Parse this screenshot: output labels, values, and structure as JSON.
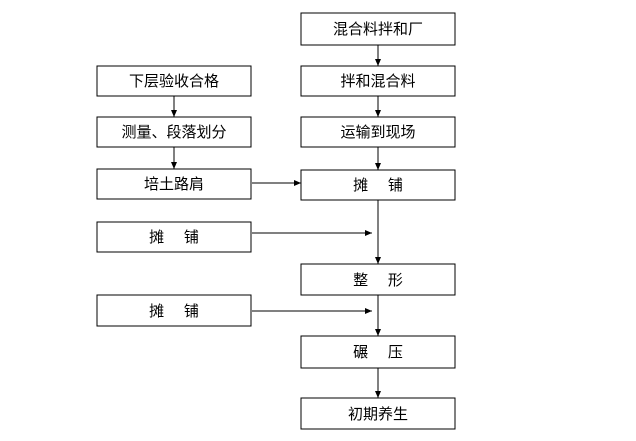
{
  "diagram": {
    "nodes": [
      {
        "id": "mix-plant",
        "label": "混合料拌和厂"
      },
      {
        "id": "lower-layer-pass",
        "label": "下层验收合格"
      },
      {
        "id": "mixing",
        "label": "拌和混合料"
      },
      {
        "id": "survey",
        "label": "测量、段落划分"
      },
      {
        "id": "transport",
        "label": "运输到现场"
      },
      {
        "id": "shoulder",
        "label": "培土路肩"
      },
      {
        "id": "spread-main",
        "label": "摊　 铺"
      },
      {
        "id": "spread-side-1",
        "label": "摊　 铺"
      },
      {
        "id": "shaping",
        "label": "整　 形"
      },
      {
        "id": "spread-side-2",
        "label": "摊　 铺"
      },
      {
        "id": "rolling",
        "label": "碾　 压"
      },
      {
        "id": "curing",
        "label": "初期养生"
      }
    ]
  }
}
